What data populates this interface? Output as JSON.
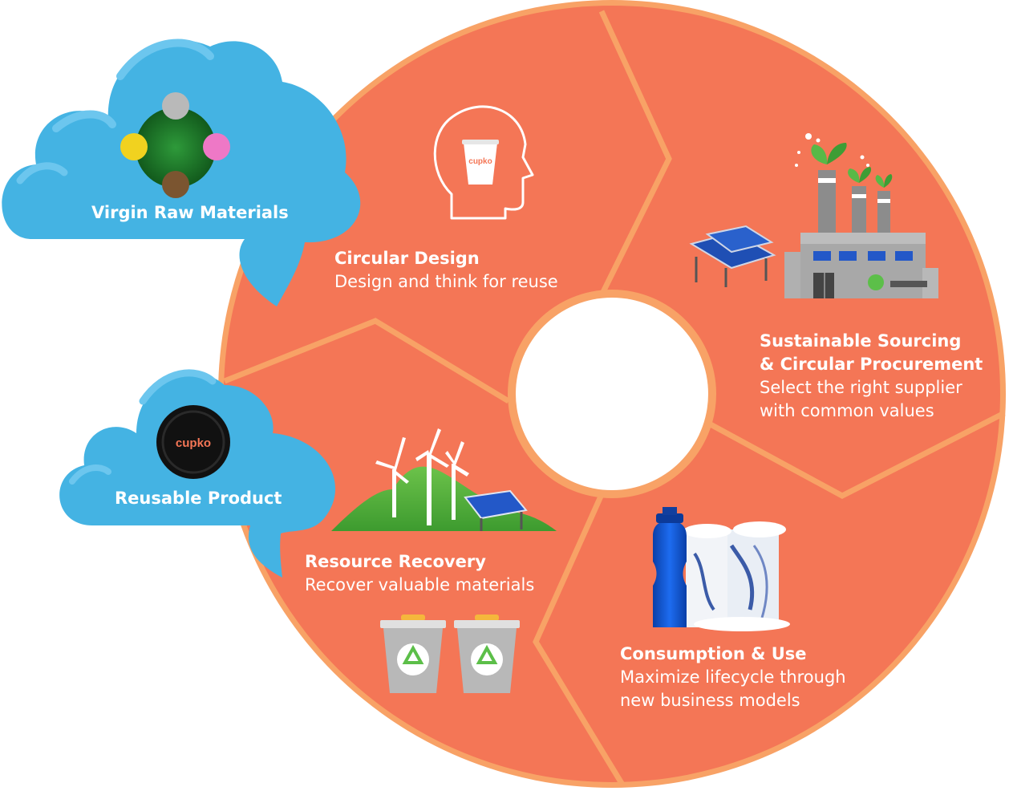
{
  "colors": {
    "segment": "#f47656",
    "border": "#f8a266",
    "cloud": "#44b3e3",
    "cloud_highlight": "#6cc6ee",
    "text": "#ffffff"
  },
  "clouds": {
    "virgin": {
      "label": "Virgin Raw Materials",
      "icon": "material-pellets-icon"
    },
    "reusable": {
      "label": "Reusable Product",
      "icon": "cupko-lid-icon",
      "brand": "cupko"
    }
  },
  "segments": {
    "design": {
      "title": "Circular Design",
      "desc": [
        "Design and think for reuse"
      ],
      "icon": "head-with-cup-icon",
      "brand": "cupko"
    },
    "sourcing": {
      "title": [
        "Sustainable Sourcing",
        "& Circular Procurement"
      ],
      "desc": [
        "Select the right supplier",
        "with common values"
      ],
      "icon": "factory-solar-icon"
    },
    "consumption": {
      "title": "Consumption & Use",
      "desc": [
        "Maximize lifecycle through",
        "new business models"
      ],
      "icon": "bottle-cups-icon"
    },
    "recovery": {
      "title": "Resource Recovery",
      "desc": [
        "Recover valuable materials"
      ],
      "icon": "wind-turbines-icon",
      "icon2": "recycle-bins-icon"
    }
  }
}
